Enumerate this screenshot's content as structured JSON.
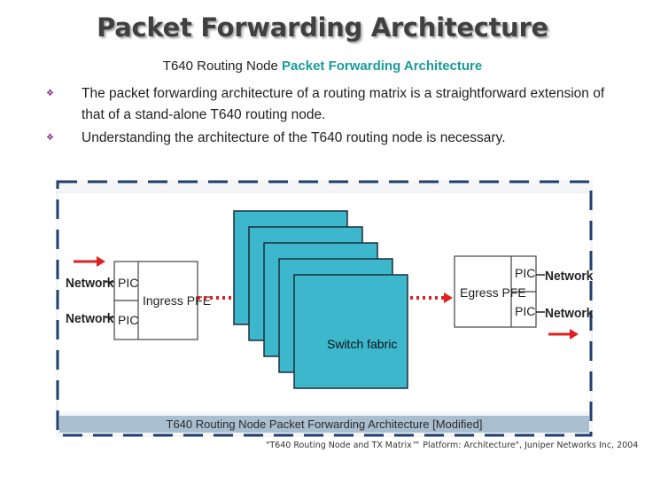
{
  "slide": {
    "title": "Packet Forwarding Architecture",
    "subtitle_plain": "T640 Routing Node",
    "subtitle_accent": "Packet Forwarding Architecture",
    "bullets": [
      "The packet forwarding architecture of a routing matrix is a straightforward extension of that of a stand-alone T640 routing node.",
      "Understanding the architecture of the T640 routing node is necessary."
    ],
    "bullet_icon": "diamond-bullet-icon"
  },
  "diagram": {
    "network_left_1": "Network",
    "network_left_2": "Network",
    "pic_label": "PIC",
    "ingress_label": "Ingress PFE",
    "egress_label": "Egress PFE",
    "switch_fabric_label": "Switch fabric",
    "network_right_1": "Network",
    "network_right_2": "Network",
    "caption": "T640 Routing Node Packet Forwarding Architecture [Modified]",
    "credit": "\"T640 Routing Node and TX Matrix™ Platform: Architecture\", Juniper Networks Inc, 2004",
    "colors": {
      "fabric_fill": "#3cb7cc",
      "arrow_red": "#e02020",
      "frame_dash": "#1f3f6e",
      "caption_bar": "#a9bfd0"
    }
  }
}
